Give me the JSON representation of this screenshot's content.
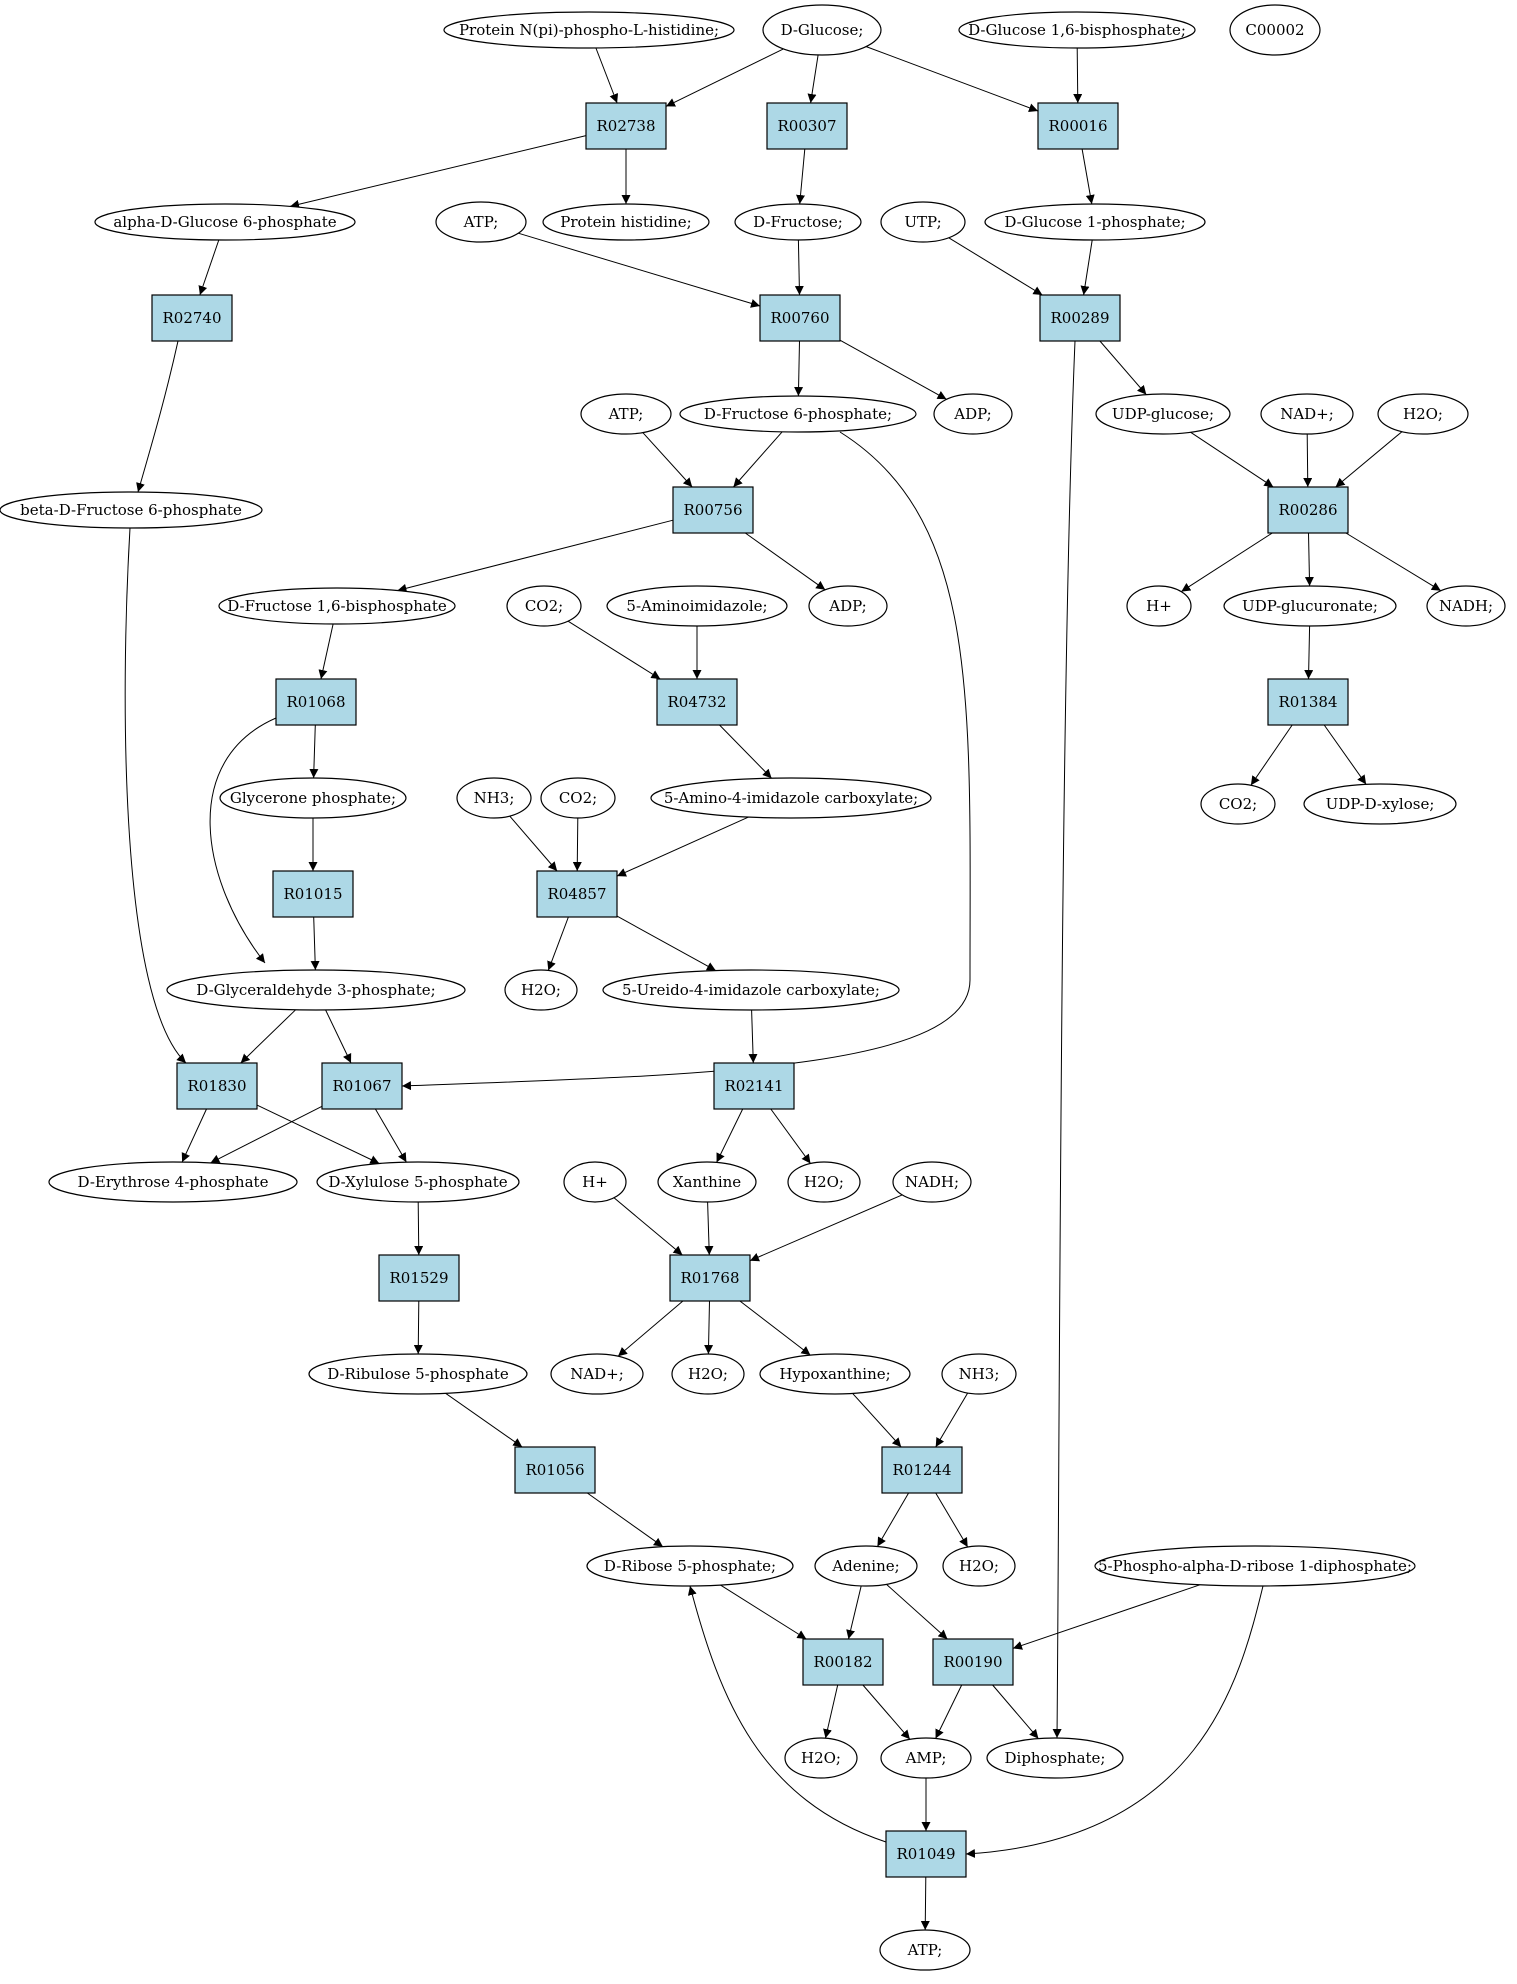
{
  "colors": {
    "reaction_fill": "#add8e6",
    "metabolite_fill": "#ffffff",
    "start_fill": "#00ff00",
    "highlight_fill": "#ffff00",
    "stroke": "#000000"
  },
  "nodes": [
    {
      "id": "m_prot_phospho",
      "kind": "metabolite",
      "label": "Protein N(pi)-phospho-L-histidine;"
    },
    {
      "id": "m_dglucose",
      "kind": "metabolite",
      "label": "D-Glucose;",
      "fill": "start"
    },
    {
      "id": "m_glc16bp",
      "kind": "metabolite",
      "label": "D-Glucose 1,6-bisphosphate;"
    },
    {
      "id": "m_c00002",
      "kind": "metabolite",
      "label": "C00002",
      "fill": "highlight"
    },
    {
      "id": "r_R02738",
      "kind": "reaction",
      "label": "R02738"
    },
    {
      "id": "r_R00307",
      "kind": "reaction",
      "label": "R00307"
    },
    {
      "id": "r_R00016",
      "kind": "reaction",
      "label": "R00016"
    },
    {
      "id": "m_aglc6p",
      "kind": "metabolite",
      "label": "alpha-D-Glucose 6-phosphate"
    },
    {
      "id": "m_atp1",
      "kind": "metabolite",
      "label": "ATP;"
    },
    {
      "id": "m_prothis",
      "kind": "metabolite",
      "label": "Protein histidine;"
    },
    {
      "id": "m_dfru",
      "kind": "metabolite",
      "label": "D-Fructose;"
    },
    {
      "id": "m_utp",
      "kind": "metabolite",
      "label": "UTP;"
    },
    {
      "id": "m_glc1p",
      "kind": "metabolite",
      "label": "D-Glucose 1-phosphate;"
    },
    {
      "id": "r_R02740",
      "kind": "reaction",
      "label": "R02740"
    },
    {
      "id": "r_R00760",
      "kind": "reaction",
      "label": "R00760"
    },
    {
      "id": "r_R00289",
      "kind": "reaction",
      "label": "R00289"
    },
    {
      "id": "m_atp2",
      "kind": "metabolite",
      "label": "ATP;"
    },
    {
      "id": "m_fru6p",
      "kind": "metabolite",
      "label": "D-Fructose 6-phosphate;"
    },
    {
      "id": "m_adp1",
      "kind": "metabolite",
      "label": "ADP;"
    },
    {
      "id": "m_udpglc",
      "kind": "metabolite",
      "label": "UDP-glucose;"
    },
    {
      "id": "m_nad1",
      "kind": "metabolite",
      "label": "NAD+;"
    },
    {
      "id": "m_h2o1",
      "kind": "metabolite",
      "label": "H2O;"
    },
    {
      "id": "m_bfru6p",
      "kind": "metabolite",
      "label": "beta-D-Fructose 6-phosphate"
    },
    {
      "id": "r_R00756",
      "kind": "reaction",
      "label": "R00756"
    },
    {
      "id": "r_R00286",
      "kind": "reaction",
      "label": "R00286"
    },
    {
      "id": "m_fbp",
      "kind": "metabolite",
      "label": "D-Fructose 1,6-bisphosphate"
    },
    {
      "id": "m_co2a",
      "kind": "metabolite",
      "label": "CO2;"
    },
    {
      "id": "m_5ai",
      "kind": "metabolite",
      "label": "5-Aminoimidazole;"
    },
    {
      "id": "m_adp2",
      "kind": "metabolite",
      "label": "ADP;"
    },
    {
      "id": "m_hplus1",
      "kind": "metabolite",
      "label": "H+"
    },
    {
      "id": "m_udpglcA",
      "kind": "metabolite",
      "label": "UDP-glucuronate;"
    },
    {
      "id": "m_nadh1",
      "kind": "metabolite",
      "label": "NADH;"
    },
    {
      "id": "r_R01068",
      "kind": "reaction",
      "label": "R01068"
    },
    {
      "id": "r_R04732",
      "kind": "reaction",
      "label": "R04732"
    },
    {
      "id": "r_R01384",
      "kind": "reaction",
      "label": "R01384"
    },
    {
      "id": "m_gnp",
      "kind": "metabolite",
      "label": "Glycerone phosphate;"
    },
    {
      "id": "m_nh3a",
      "kind": "metabolite",
      "label": "NH3;"
    },
    {
      "id": "m_co2b",
      "kind": "metabolite",
      "label": "CO2;"
    },
    {
      "id": "m_5a4ic",
      "kind": "metabolite",
      "label": "5-Amino-4-imidazole carboxylate;"
    },
    {
      "id": "m_co2c",
      "kind": "metabolite",
      "label": "CO2;"
    },
    {
      "id": "m_udpxyl",
      "kind": "metabolite",
      "label": "UDP-D-xylose;"
    },
    {
      "id": "r_R01015",
      "kind": "reaction",
      "label": "R01015"
    },
    {
      "id": "r_R04857",
      "kind": "reaction",
      "label": "R04857"
    },
    {
      "id": "m_g3p",
      "kind": "metabolite",
      "label": "D-Glyceraldehyde 3-phosphate;"
    },
    {
      "id": "m_h2o2",
      "kind": "metabolite",
      "label": "H2O;"
    },
    {
      "id": "m_5u4ic",
      "kind": "metabolite",
      "label": "5-Ureido-4-imidazole carboxylate;"
    },
    {
      "id": "r_R01830",
      "kind": "reaction",
      "label": "R01830"
    },
    {
      "id": "r_R01067",
      "kind": "reaction",
      "label": "R01067"
    },
    {
      "id": "r_R02141",
      "kind": "reaction",
      "label": "R02141"
    },
    {
      "id": "m_e4p",
      "kind": "metabolite",
      "label": "D-Erythrose 4-phosphate"
    },
    {
      "id": "m_xu5p",
      "kind": "metabolite",
      "label": "D-Xylulose 5-phosphate"
    },
    {
      "id": "m_hplus2",
      "kind": "metabolite",
      "label": "H+"
    },
    {
      "id": "m_xan",
      "kind": "metabolite",
      "label": "Xanthine"
    },
    {
      "id": "m_h2o3",
      "kind": "metabolite",
      "label": "H2O;"
    },
    {
      "id": "m_nadh2",
      "kind": "metabolite",
      "label": "NADH;"
    },
    {
      "id": "r_R01529",
      "kind": "reaction",
      "label": "R01529"
    },
    {
      "id": "r_R01768",
      "kind": "reaction",
      "label": "R01768"
    },
    {
      "id": "m_ru5p",
      "kind": "metabolite",
      "label": "D-Ribulose 5-phosphate"
    },
    {
      "id": "m_nad2",
      "kind": "metabolite",
      "label": "NAD+;"
    },
    {
      "id": "m_h2o4",
      "kind": "metabolite",
      "label": "H2O;"
    },
    {
      "id": "m_hypox",
      "kind": "metabolite",
      "label": "Hypoxanthine;"
    },
    {
      "id": "m_nh3b",
      "kind": "metabolite",
      "label": "NH3;"
    },
    {
      "id": "r_R01056",
      "kind": "reaction",
      "label": "R01056"
    },
    {
      "id": "r_R01244",
      "kind": "reaction",
      "label": "R01244"
    },
    {
      "id": "m_r5p",
      "kind": "metabolite",
      "label": "D-Ribose 5-phosphate;"
    },
    {
      "id": "m_adenine",
      "kind": "metabolite",
      "label": "Adenine;"
    },
    {
      "id": "m_h2o5",
      "kind": "metabolite",
      "label": "H2O;"
    },
    {
      "id": "m_prpp",
      "kind": "metabolite",
      "label": "5-Phospho-alpha-D-ribose 1-diphosphate;"
    },
    {
      "id": "r_R00182",
      "kind": "reaction",
      "label": "R00182"
    },
    {
      "id": "r_R00190",
      "kind": "reaction",
      "label": "R00190"
    },
    {
      "id": "m_h2o6",
      "kind": "metabolite",
      "label": "H2O;"
    },
    {
      "id": "m_amp",
      "kind": "metabolite",
      "label": "AMP;"
    },
    {
      "id": "m_ppi",
      "kind": "metabolite",
      "label": "Diphosphate;"
    },
    {
      "id": "r_R01049",
      "kind": "reaction",
      "label": "R01049"
    },
    {
      "id": "m_atp3",
      "kind": "metabolite",
      "label": "ATP;"
    }
  ],
  "edges": [
    [
      "m_prot_phospho",
      "r_R02738"
    ],
    [
      "m_dglucose",
      "r_R02738"
    ],
    [
      "m_dglucose",
      "r_R00307"
    ],
    [
      "m_dglucose",
      "r_R00016"
    ],
    [
      "m_glc16bp",
      "r_R00016"
    ],
    [
      "r_R02738",
      "m_aglc6p"
    ],
    [
      "r_R02738",
      "m_prothis"
    ],
    [
      "r_R00307",
      "m_dfru"
    ],
    [
      "r_R00016",
      "m_glc1p"
    ],
    [
      "m_aglc6p",
      "r_R02740"
    ],
    [
      "m_atp1",
      "r_R00760"
    ],
    [
      "m_dfru",
      "r_R00760"
    ],
    [
      "m_utp",
      "r_R00289"
    ],
    [
      "m_glc1p",
      "r_R00289"
    ],
    [
      "r_R02740",
      "m_bfru6p"
    ],
    [
      "r_R00760",
      "m_fru6p"
    ],
    [
      "r_R00760",
      "m_adp1"
    ],
    [
      "r_R00289",
      "m_udpglc"
    ],
    [
      "r_R00289",
      "m_ppi"
    ],
    [
      "m_atp2",
      "r_R00756"
    ],
    [
      "m_fru6p",
      "r_R00756"
    ],
    [
      "m_fru6p",
      "r_R01067"
    ],
    [
      "m_udpglc",
      "r_R00286"
    ],
    [
      "m_nad1",
      "r_R00286"
    ],
    [
      "m_h2o1",
      "r_R00286"
    ],
    [
      "r_R00756",
      "m_fbp"
    ],
    [
      "r_R00756",
      "m_adp2"
    ],
    [
      "r_R00286",
      "m_hplus1"
    ],
    [
      "r_R00286",
      "m_udpglcA"
    ],
    [
      "r_R00286",
      "m_nadh1"
    ],
    [
      "m_bfru6p",
      "r_R01830"
    ],
    [
      "m_fbp",
      "r_R01068"
    ],
    [
      "m_co2a",
      "r_R04732"
    ],
    [
      "m_5ai",
      "r_R04732"
    ],
    [
      "m_udpglcA",
      "r_R01384"
    ],
    [
      "r_R01068",
      "m_gnp"
    ],
    [
      "r_R01068",
      "m_g3p"
    ],
    [
      "r_R04732",
      "m_5a4ic"
    ],
    [
      "r_R01384",
      "m_co2c"
    ],
    [
      "r_R01384",
      "m_udpxyl"
    ],
    [
      "m_gnp",
      "r_R01015"
    ],
    [
      "m_nh3a",
      "r_R04857"
    ],
    [
      "m_co2b",
      "r_R04857"
    ],
    [
      "m_5a4ic",
      "r_R04857"
    ],
    [
      "r_R01015",
      "m_g3p"
    ],
    [
      "r_R04857",
      "m_h2o2"
    ],
    [
      "r_R04857",
      "m_5u4ic"
    ],
    [
      "m_g3p",
      "r_R01830"
    ],
    [
      "m_g3p",
      "r_R01067"
    ],
    [
      "m_5u4ic",
      "r_R02141"
    ],
    [
      "r_R01830",
      "m_e4p"
    ],
    [
      "r_R01830",
      "m_xu5p"
    ],
    [
      "r_R01067",
      "m_e4p"
    ],
    [
      "r_R01067",
      "m_xu5p"
    ],
    [
      "r_R02141",
      "m_xan"
    ],
    [
      "r_R02141",
      "m_h2o3"
    ],
    [
      "m_xu5p",
      "r_R01529"
    ],
    [
      "m_hplus2",
      "r_R01768"
    ],
    [
      "m_xan",
      "r_R01768"
    ],
    [
      "m_nadh2",
      "r_R01768"
    ],
    [
      "r_R01529",
      "m_ru5p"
    ],
    [
      "r_R01768",
      "m_nad2"
    ],
    [
      "r_R01768",
      "m_h2o4"
    ],
    [
      "r_R01768",
      "m_hypox"
    ],
    [
      "m_ru5p",
      "r_R01056"
    ],
    [
      "m_hypox",
      "r_R01244"
    ],
    [
      "m_nh3b",
      "r_R01244"
    ],
    [
      "r_R01056",
      "m_r5p"
    ],
    [
      "r_R01244",
      "m_adenine"
    ],
    [
      "r_R01244",
      "m_h2o5"
    ],
    [
      "m_r5p",
      "r_R00182"
    ],
    [
      "m_adenine",
      "r_R00182"
    ],
    [
      "m_adenine",
      "r_R00190"
    ],
    [
      "m_prpp",
      "r_R00190"
    ],
    [
      "m_prpp",
      "r_R01049"
    ],
    [
      "r_R00182",
      "m_h2o6"
    ],
    [
      "r_R00182",
      "m_amp"
    ],
    [
      "r_R00190",
      "m_amp"
    ],
    [
      "r_R00190",
      "m_ppi"
    ],
    [
      "m_amp",
      "r_R01049"
    ],
    [
      "r_R01049",
      "m_atp3"
    ],
    [
      "r_R01049",
      "m_r5p"
    ]
  ]
}
